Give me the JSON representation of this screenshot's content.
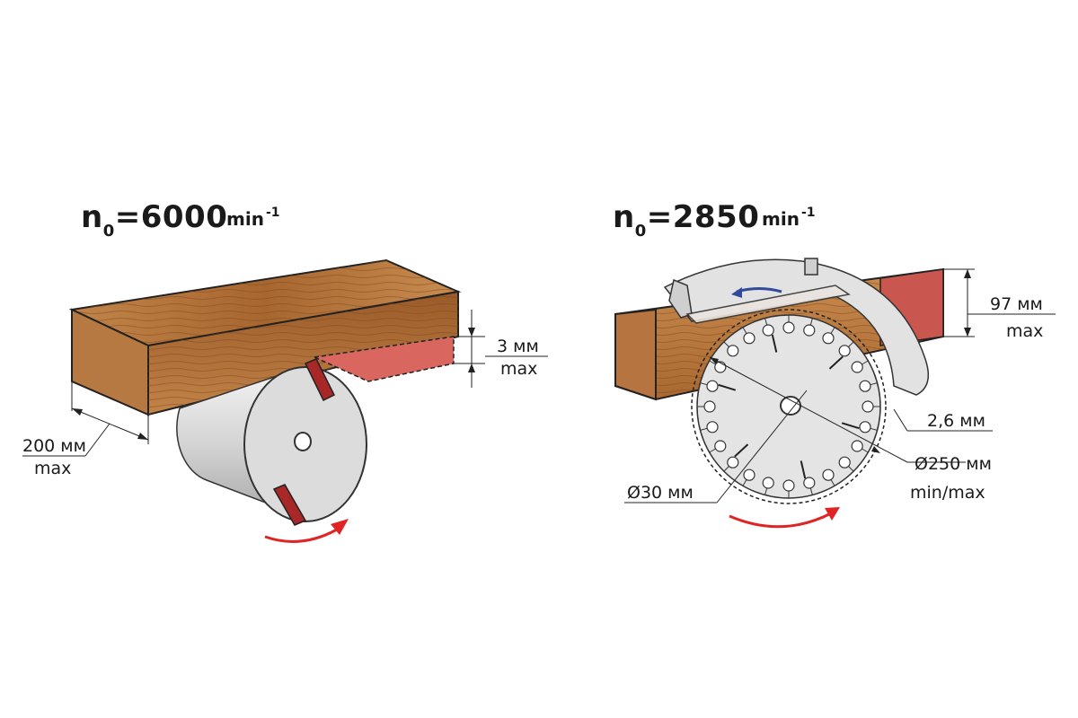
{
  "left": {
    "speed_symbol": "n",
    "speed_sub": "0",
    "speed_value": "=6000",
    "unit_base": "min",
    "unit_exp": "-1",
    "depth_value": "3 мм",
    "depth_max": "max",
    "width_value": "200 мм",
    "width_max": "max"
  },
  "right": {
    "speed_symbol": "n",
    "speed_sub": "0",
    "speed_value": "=2850",
    "unit_base": "min",
    "unit_exp": "-1",
    "height_value": "97 мм",
    "height_max": "max",
    "kerf_value": "2,6 мм",
    "diameter_value": "Ø250 мм",
    "diameter_range": "min/max",
    "bore_value": "Ø30 мм"
  },
  "colors": {
    "wood": "#b8793f",
    "wood_dark": "#8a5528",
    "cut_red": "#d9534f",
    "steel": "#d9d9d9",
    "arrow_red": "#e02424"
  }
}
